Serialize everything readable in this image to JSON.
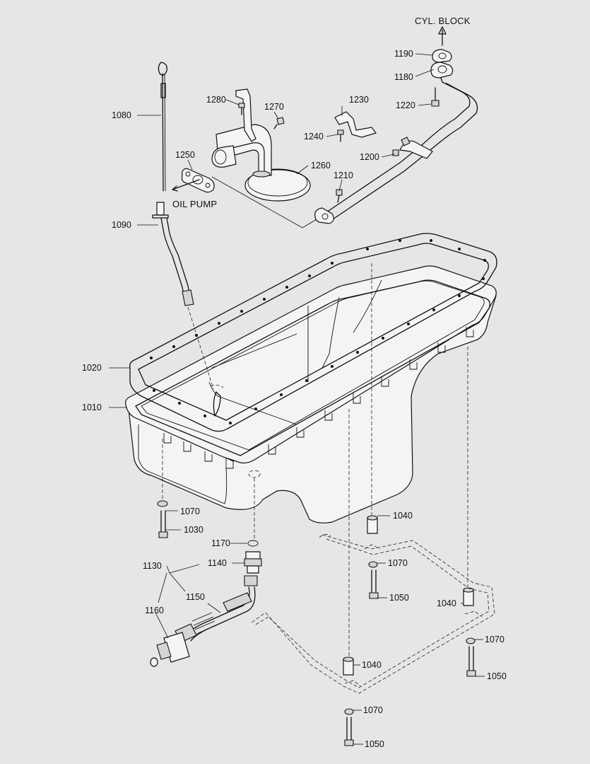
{
  "captions": {
    "cyl_block": "CYL. BLOCK",
    "oil_pump": "OIL PUMP"
  },
  "parts": {
    "p1010": "1010",
    "p1020": "1020",
    "p1030": "1030",
    "p1040": "1040",
    "p1050": "1050",
    "p1070": "1070",
    "p1080": "1080",
    "p1090": "1090",
    "p1130": "1130",
    "p1140": "1140",
    "p1150": "1150",
    "p1160": "1160",
    "p1170": "1170",
    "p1180": "1180",
    "p1190": "1190",
    "p1200": "1200",
    "p1210": "1210",
    "p1220": "1220",
    "p1230": "1230",
    "p1240": "1240",
    "p1250": "1250",
    "p1260": "1260",
    "p1270": "1270",
    "p1280": "1280"
  }
}
